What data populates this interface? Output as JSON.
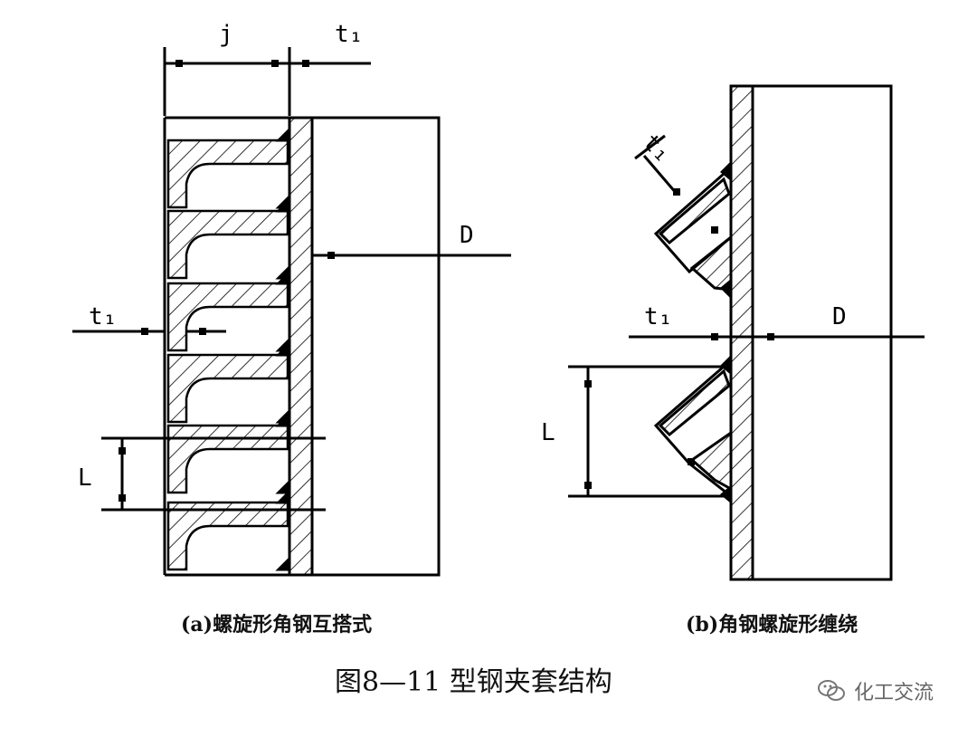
{
  "figure": {
    "title": "图8—11 型钢夹套结构",
    "caption_a": "(a)螺旋形角钢互搭式",
    "caption_b": "(b)角钢螺旋形缠绕",
    "labels": {
      "j": "j",
      "t1": "t₁",
      "D": "D",
      "L": "L"
    }
  },
  "watermark": {
    "text": "化工交流",
    "icon": "wechat-icon"
  },
  "colors": {
    "line": "#000000",
    "caption": "#111111",
    "watermark": "#666666"
  }
}
